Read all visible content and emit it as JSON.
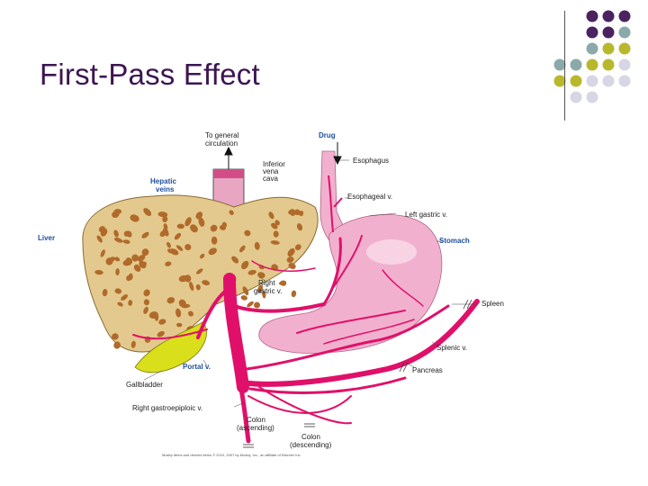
{
  "slide": {
    "title": "First-Pass Effect",
    "decor_colors": {
      "purple": "#4a2360",
      "teal": "#8ba9ab",
      "olive": "#b8b82c",
      "lavender": "#d6d6e4"
    }
  },
  "diagram": {
    "labels": {
      "to_general_circulation_1": "To general",
      "to_general_circulation_2": "circulation",
      "drug": "Drug",
      "inferior_vena_cava_1": "Inferior",
      "inferior_vena_cava_2": "vena",
      "inferior_vena_cava_3": "cava",
      "esophagus": "Esophagus",
      "hepatic_veins_1": "Hepatic",
      "hepatic_veins_2": "veins",
      "esophageal_v": "Esophageal v.",
      "left_gastric_v": "Left gastric v.",
      "liver": "Liver",
      "stomach": "Stomach",
      "right_gastric_v_1": "Right",
      "right_gastric_v_2": "gastric v.",
      "spleen": "Spleen",
      "splenic_v": "Splenic v.",
      "portal_v": "Portal v.",
      "pancreas": "Pancreas",
      "gallbladder": "Gallbladder",
      "right_gastroepiploic_v": "Right gastroepiploic v.",
      "colon_ascending_1": "Colon",
      "colon_ascending_2": "(ascending)",
      "colon_descending_1": "Colon",
      "colon_descending_2": "(descending)"
    },
    "credit": "Mosby items and derived items © 2010, 2007 by Mosby, Inc., an affiliate of Elsevier Inc.",
    "colors": {
      "liver": "#e3c98d",
      "liver_spots": "#b06a2a",
      "vessel": "#e0106a",
      "stomach": "#f2b0cf",
      "gallbladder": "#d9df1a"
    }
  }
}
